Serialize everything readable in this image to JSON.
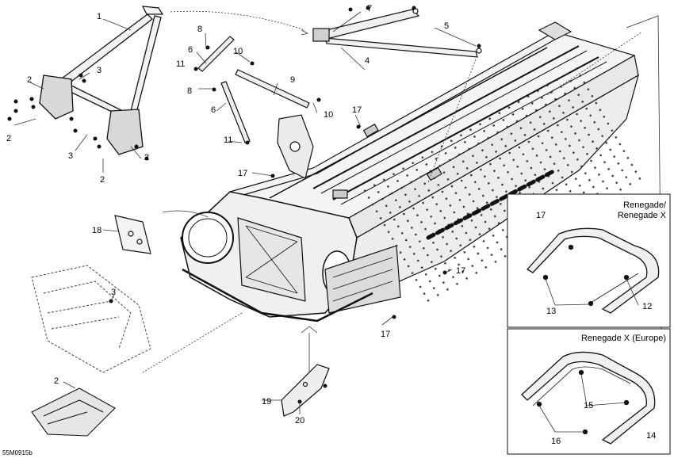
{
  "diagram": {
    "callouts": {
      "n1": "1",
      "n2a": "2",
      "n2b": "2",
      "n2c": "2",
      "n2d": "2",
      "n2e": "2",
      "n3a": "3",
      "n3b": "3",
      "n3c": "3",
      "n4": "4",
      "n5": "5",
      "n6a": "6",
      "n6b": "6",
      "n7": "7",
      "n8a": "8",
      "n8b": "8",
      "n9": "9",
      "n10a": "10",
      "n10b": "10",
      "n11a": "11",
      "n11b": "11",
      "n12": "12",
      "n13": "13",
      "n14": "14",
      "n15": "15",
      "n16": "16",
      "n17a": "17",
      "n17b": "17",
      "n17c": "17",
      "n17d": "17",
      "n17e": "17",
      "n18": "18",
      "n19": "19",
      "n20": "20"
    },
    "insets": {
      "top_title_line1": "Renegade/",
      "top_title_line2": "Renegade X",
      "bottom_title": "Renegade X (Europe)"
    },
    "figure_code": "55M0915b"
  }
}
